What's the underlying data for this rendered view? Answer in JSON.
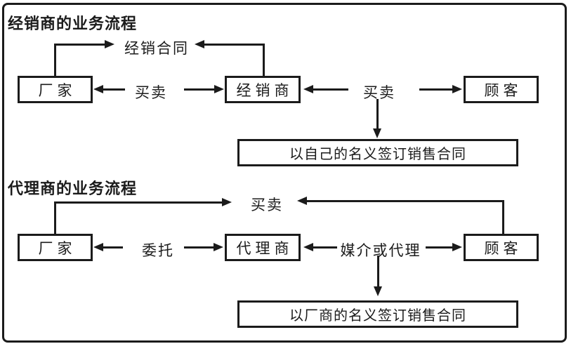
{
  "page": {
    "background": "#ffffff",
    "line_color": "#1b1b1b"
  },
  "distributor_flow": {
    "title": "经销商的业务流程",
    "contract_label": "经销合同",
    "nodes": {
      "factory": "厂家",
      "distributor": "经销商",
      "customer": "顾客"
    },
    "trade_left_label": "买卖",
    "trade_right_label": "买卖",
    "result": "以自己的名义签订销售合同"
  },
  "agent_flow": {
    "title": "代理商的业务流程",
    "trade_top_label": "买卖",
    "nodes": {
      "factory": "厂家",
      "agent": "代理商",
      "customer": "顾客"
    },
    "entrust_label": "委托",
    "mediate_label": "媒介或代理",
    "result": "以厂商的名义签订销售合同"
  }
}
